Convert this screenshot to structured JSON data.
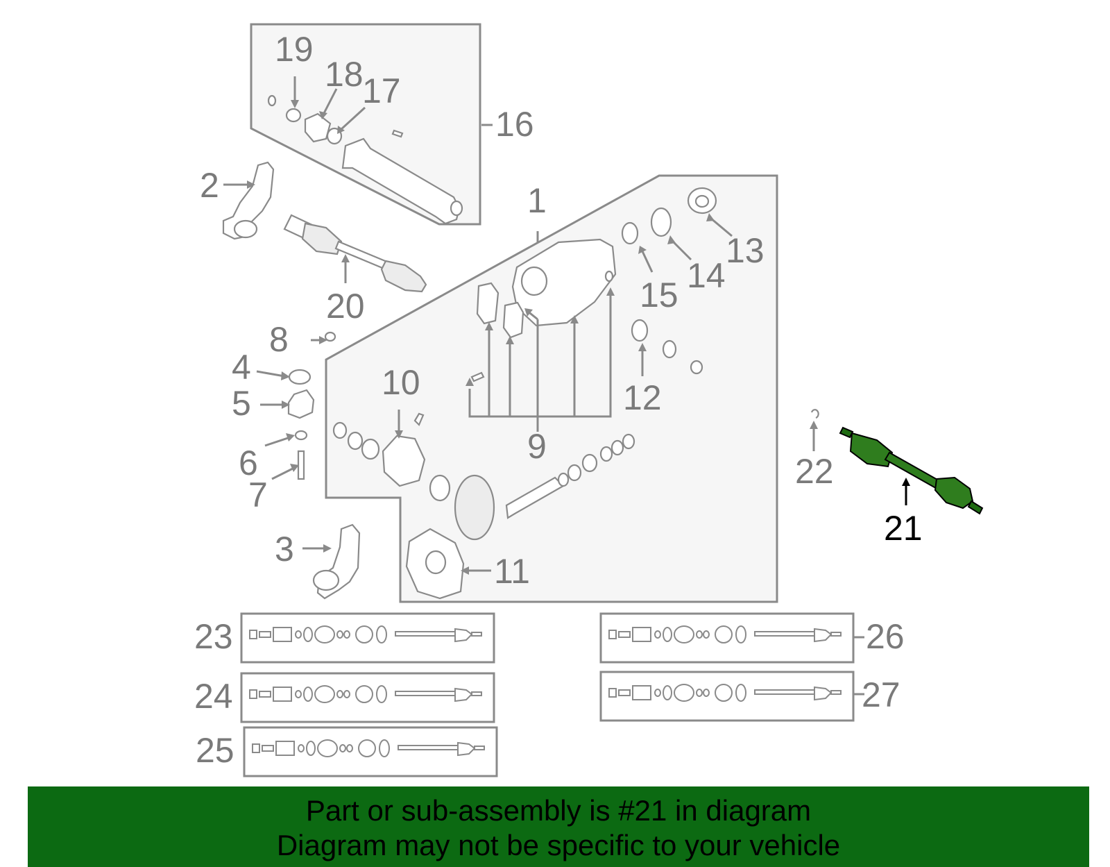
{
  "callouts": {
    "c1": "1",
    "c2": "2",
    "c3": "3",
    "c4": "4",
    "c5": "5",
    "c6": "6",
    "c7": "7",
    "c8": "8",
    "c9": "9",
    "c10": "10",
    "c11": "11",
    "c12": "12",
    "c13": "13",
    "c14": "14",
    "c15": "15",
    "c16": "16",
    "c17": "17",
    "c18": "18",
    "c19": "19",
    "c20": "20",
    "c21": "21",
    "c22": "22",
    "c23": "23",
    "c24": "24",
    "c25": "25",
    "c26": "26",
    "c27": "27"
  },
  "highlighted_part": "21",
  "colors": {
    "highlight": "#1f6b12",
    "banner": "#0c6a12",
    "line": "#8a8a8a"
  },
  "banner": {
    "line1": "Part or sub-assembly is #21 in diagram",
    "line2": "Diagram may not be specific to your vehicle"
  }
}
